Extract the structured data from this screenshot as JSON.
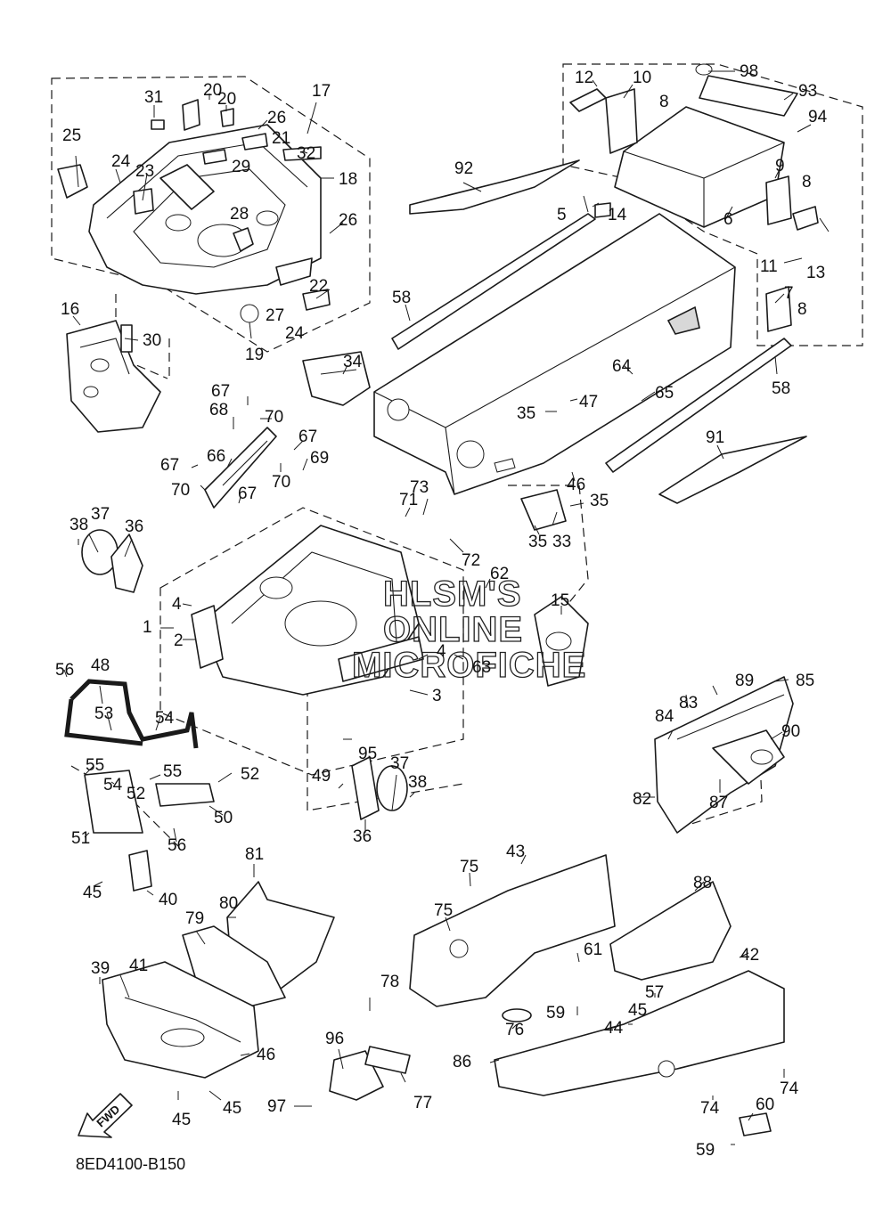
{
  "watermark": {
    "line1": "HLSM'S",
    "line2": "ONLINE",
    "line3": "MICROFICHE"
  },
  "diagram_code": "8ED4100-B150",
  "fwd_label": "FWD",
  "callouts": {
    "c1": "1",
    "c2": "2",
    "c3": "3",
    "c4a": "4",
    "c4b": "4",
    "c5": "5",
    "c6": "6",
    "c7": "7",
    "c8a": "8",
    "c8b": "8",
    "c8c": "8",
    "c9": "9",
    "c10": "10",
    "c11": "11",
    "c12": "12",
    "c13": "13",
    "c14": "14",
    "c15": "15",
    "c16": "16",
    "c17": "17",
    "c18": "18",
    "c19": "19",
    "c20a": "20",
    "c20b": "20",
    "c21": "21",
    "c22": "22",
    "c23": "23",
    "c24a": "24",
    "c24b": "24",
    "c25": "25",
    "c26a": "26",
    "c26b": "26",
    "c27": "27",
    "c28": "28",
    "c29": "29",
    "c30": "30",
    "c31": "31",
    "c32": "32",
    "c33": "33",
    "c34": "34",
    "c35a": "35",
    "c35b": "35",
    "c35c": "35",
    "c36a": "36",
    "c36b": "36",
    "c37a": "37",
    "c37b": "37",
    "c38a": "38",
    "c38b": "38",
    "c39": "39",
    "c40": "40",
    "c41": "41",
    "c42": "42",
    "c43": "43",
    "c44": "44",
    "c45a": "45",
    "c45b": "45",
    "c45c": "45",
    "c45d": "45",
    "c46a": "46",
    "c46b": "46",
    "c47": "47",
    "c48": "48",
    "c49": "49",
    "c50": "50",
    "c51": "51",
    "c52a": "52",
    "c52b": "52",
    "c53": "53",
    "c54a": "54",
    "c54b": "54",
    "c55a": "55",
    "c55b": "55",
    "c56a": "56",
    "c56b": "56",
    "c57": "57",
    "c58a": "58",
    "c58b": "58",
    "c59a": "59",
    "c59b": "59",
    "c60": "60",
    "c61": "61",
    "c62": "62",
    "c63": "63",
    "c64": "64",
    "c65": "65",
    "c66": "66",
    "c67a": "67",
    "c67b": "67",
    "c67c": "67",
    "c67d": "67",
    "c68": "68",
    "c69": "69",
    "c70a": "70",
    "c70b": "70",
    "c70c": "70",
    "c71": "71",
    "c72": "72",
    "c73": "73",
    "c74a": "74",
    "c74b": "74",
    "c75a": "75",
    "c75b": "75",
    "c76": "76",
    "c77": "77",
    "c78": "78",
    "c79": "79",
    "c80": "80",
    "c81": "81",
    "c82": "82",
    "c83": "83",
    "c84": "84",
    "c85": "85",
    "c86": "86",
    "c87": "87",
    "c88": "88",
    "c89": "89",
    "c90": "90",
    "c91": "91",
    "c92": "92",
    "c93": "93",
    "c94": "94",
    "c95": "95",
    "c96": "96",
    "c97": "97",
    "c98": "98"
  }
}
